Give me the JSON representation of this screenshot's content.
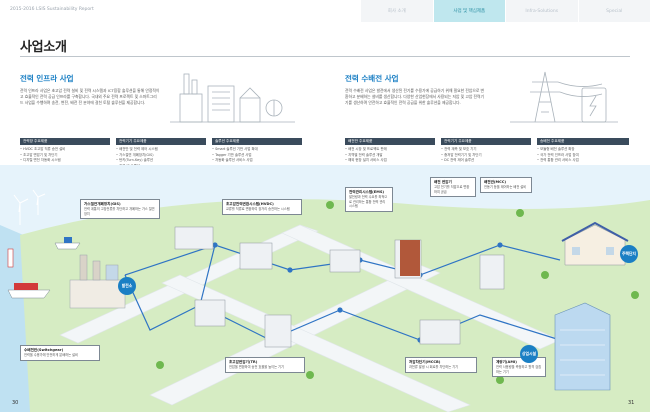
{
  "header": {
    "report_title": "2015-2016 LSIS Sustainability Report",
    "tabs": [
      {
        "label": "회사 소개",
        "active": false
      },
      {
        "label": "사업 및 핵심제품",
        "active": true
      },
      {
        "label": "Infra-Solutions",
        "active": false
      },
      {
        "label": "Special",
        "active": false
      }
    ]
  },
  "page_title": "사업소개",
  "left_section": {
    "title": "전력 인프라 사업",
    "paragraph": "전력 인프라 사업은 초고압 전력 설비 및 전력 시스템과 ICT융합 솔루션을 통해 안정적이고 효율적인 전력 공급 인프라를 구축합니다. 국내외 주요 전력 프로젝트 및 스마트그리드 사업을 수행하며 송전, 변전, 배전 전 분야에 걸친 토털 솔루션을 제공합니다.",
    "boxes": [
      {
        "title": "전력망 주요제품",
        "items": [
          "HVDC 초고압 직류 송전 설비",
          "초고압 변압기 및 차단기",
          "디지털 변전 자동화 시스템"
        ]
      },
      {
        "title": "전력기기 주요제품",
        "items": [
          "배전반 및 전력 제어 시스템",
          "가스절연 개폐장치(GIS)",
          "턴키(Turn-Key) 솔루션",
          "전력 IT 솔루션"
        ]
      },
      {
        "title": "솔루션 주요제품",
        "items": [
          "Smart 솔루션 기반 사업 확대",
          "Tagger 기반 솔루션 사업",
          "자동화 솔루션 서비스 사업"
        ]
      }
    ]
  },
  "right_section": {
    "title": "전력 수배전 사업",
    "paragraph": "전력 수배전 사업은 발전에서 생산된 전기를 수용가에 공급하기 위해 필요한 전압으로 변환하고 분배하는 설비를 생산합니다. 다양한 산업현장에서 사용되는 저압 및 고압 전력기기를 생산하며 안전하고 효율적인 전력 공급을 위한 솔루션을 제공합니다.",
    "boxes": [
      {
        "title": "배전반 주요제품",
        "items": [
          "배전 시장 및 프로젝트 판매",
          "지역별 전력 솔루션 개발",
          "해외 현장 설치 서비스 사업"
        ]
      },
      {
        "title": "전력기기 주요제품",
        "items": [
          "전력 계측 및 보호 기기",
          "중저압 전력기기 및 차단기",
          "DC 전력 제어 솔루션"
        ]
      },
      {
        "title": "송배전 주요제품",
        "items": [
          "모듈형 배전 솔루션 확장",
          "국가 전력 인프라 사업 참여",
          "전력 통합 관리 서비스 사업"
        ]
      }
    ]
  },
  "illustration": {
    "callouts": [
      {
        "title": "가스절연개폐장치(GIS)",
        "desc": "전력 계통의 고장전류를 차단하고 개폐하는 가스 절연 장치"
      },
      {
        "title": "초고압전력변환시스템(HVDC)",
        "desc": "교류를 직류로 변환하여 장거리 송전하는 시스템"
      },
      {
        "title": "전력관리시스템(EMS)",
        "desc": "발전량과 전력 수요를 최적으로 관리하는 통합 전력 관리 시스템"
      },
      {
        "title": "배전 변압기",
        "desc": "고압 전기를 저압으로 변환하여 공급"
      },
      {
        "title": "배전반(MCC)",
        "desc": "전동기 등을 제어하는 배전 설비"
      },
      {
        "title": "수배전반(Switchgear)",
        "desc": "전력을 수용가에 안전하게 분배하는 설비"
      },
      {
        "title": "초고압변압기(TR)",
        "desc": "전압을 변환하여 송전 효율을 높이는 기기"
      },
      {
        "title": "저압차단기(MCCB)",
        "desc": "과전류 발생 시 회로를 차단하는 기기"
      },
      {
        "title": "계량기(AMI)",
        "desc": "전력 사용량을 측정하고 원격 검침하는 기기"
      }
    ],
    "labels": {
      "plant": "발전소",
      "residential": "주택단지",
      "commercial": "상업시설"
    }
  },
  "footer": {
    "page_left": "30",
    "page_right": "31"
  },
  "colors": {
    "accent": "#1a7fc4",
    "ground": "#d6ecc3",
    "road": "#f3f6f8",
    "sky": "#e6f3fb"
  }
}
